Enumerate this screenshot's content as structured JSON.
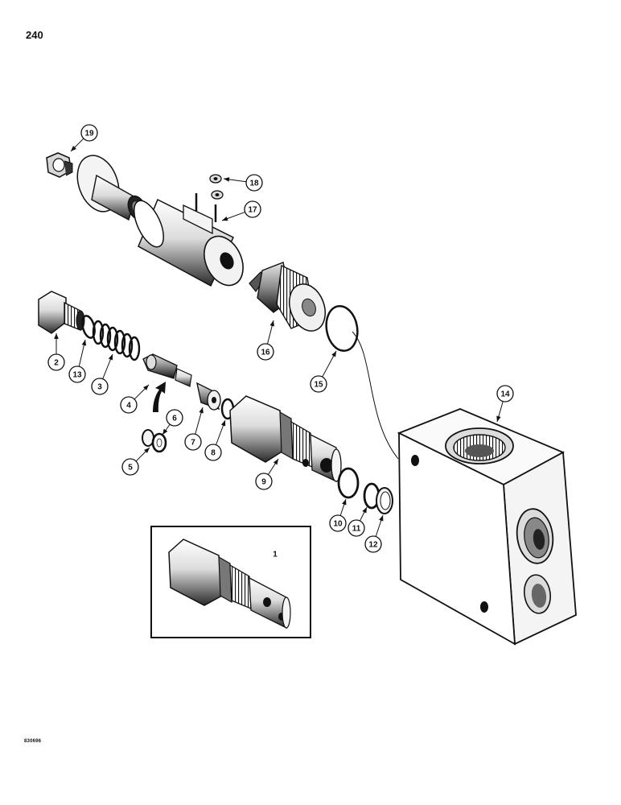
{
  "page_number": "240",
  "reference_code": "830696",
  "callouts": [
    {
      "label": "1",
      "part": "relief-valve-cartridge-inset"
    },
    {
      "label": "2",
      "part": "plug"
    },
    {
      "label": "3",
      "part": "spring"
    },
    {
      "label": "4",
      "part": "poppet"
    },
    {
      "label": "5",
      "part": "backup-ring"
    },
    {
      "label": "6",
      "part": "o-ring"
    },
    {
      "label": "7",
      "part": "seat"
    },
    {
      "label": "8",
      "part": "o-ring"
    },
    {
      "label": "9",
      "part": "cartridge-valve"
    },
    {
      "label": "10",
      "part": "o-ring"
    },
    {
      "label": "11",
      "part": "o-ring"
    },
    {
      "label": "12",
      "part": "backup-ring"
    },
    {
      "label": "13",
      "part": "o-ring"
    },
    {
      "label": "14",
      "part": "valve-body"
    },
    {
      "label": "15",
      "part": "o-ring"
    },
    {
      "label": "16",
      "part": "solenoid-cartridge"
    },
    {
      "label": "17",
      "part": "solenoid-coil"
    },
    {
      "label": "18",
      "part": "nut"
    },
    {
      "label": "19",
      "part": "nut"
    }
  ]
}
